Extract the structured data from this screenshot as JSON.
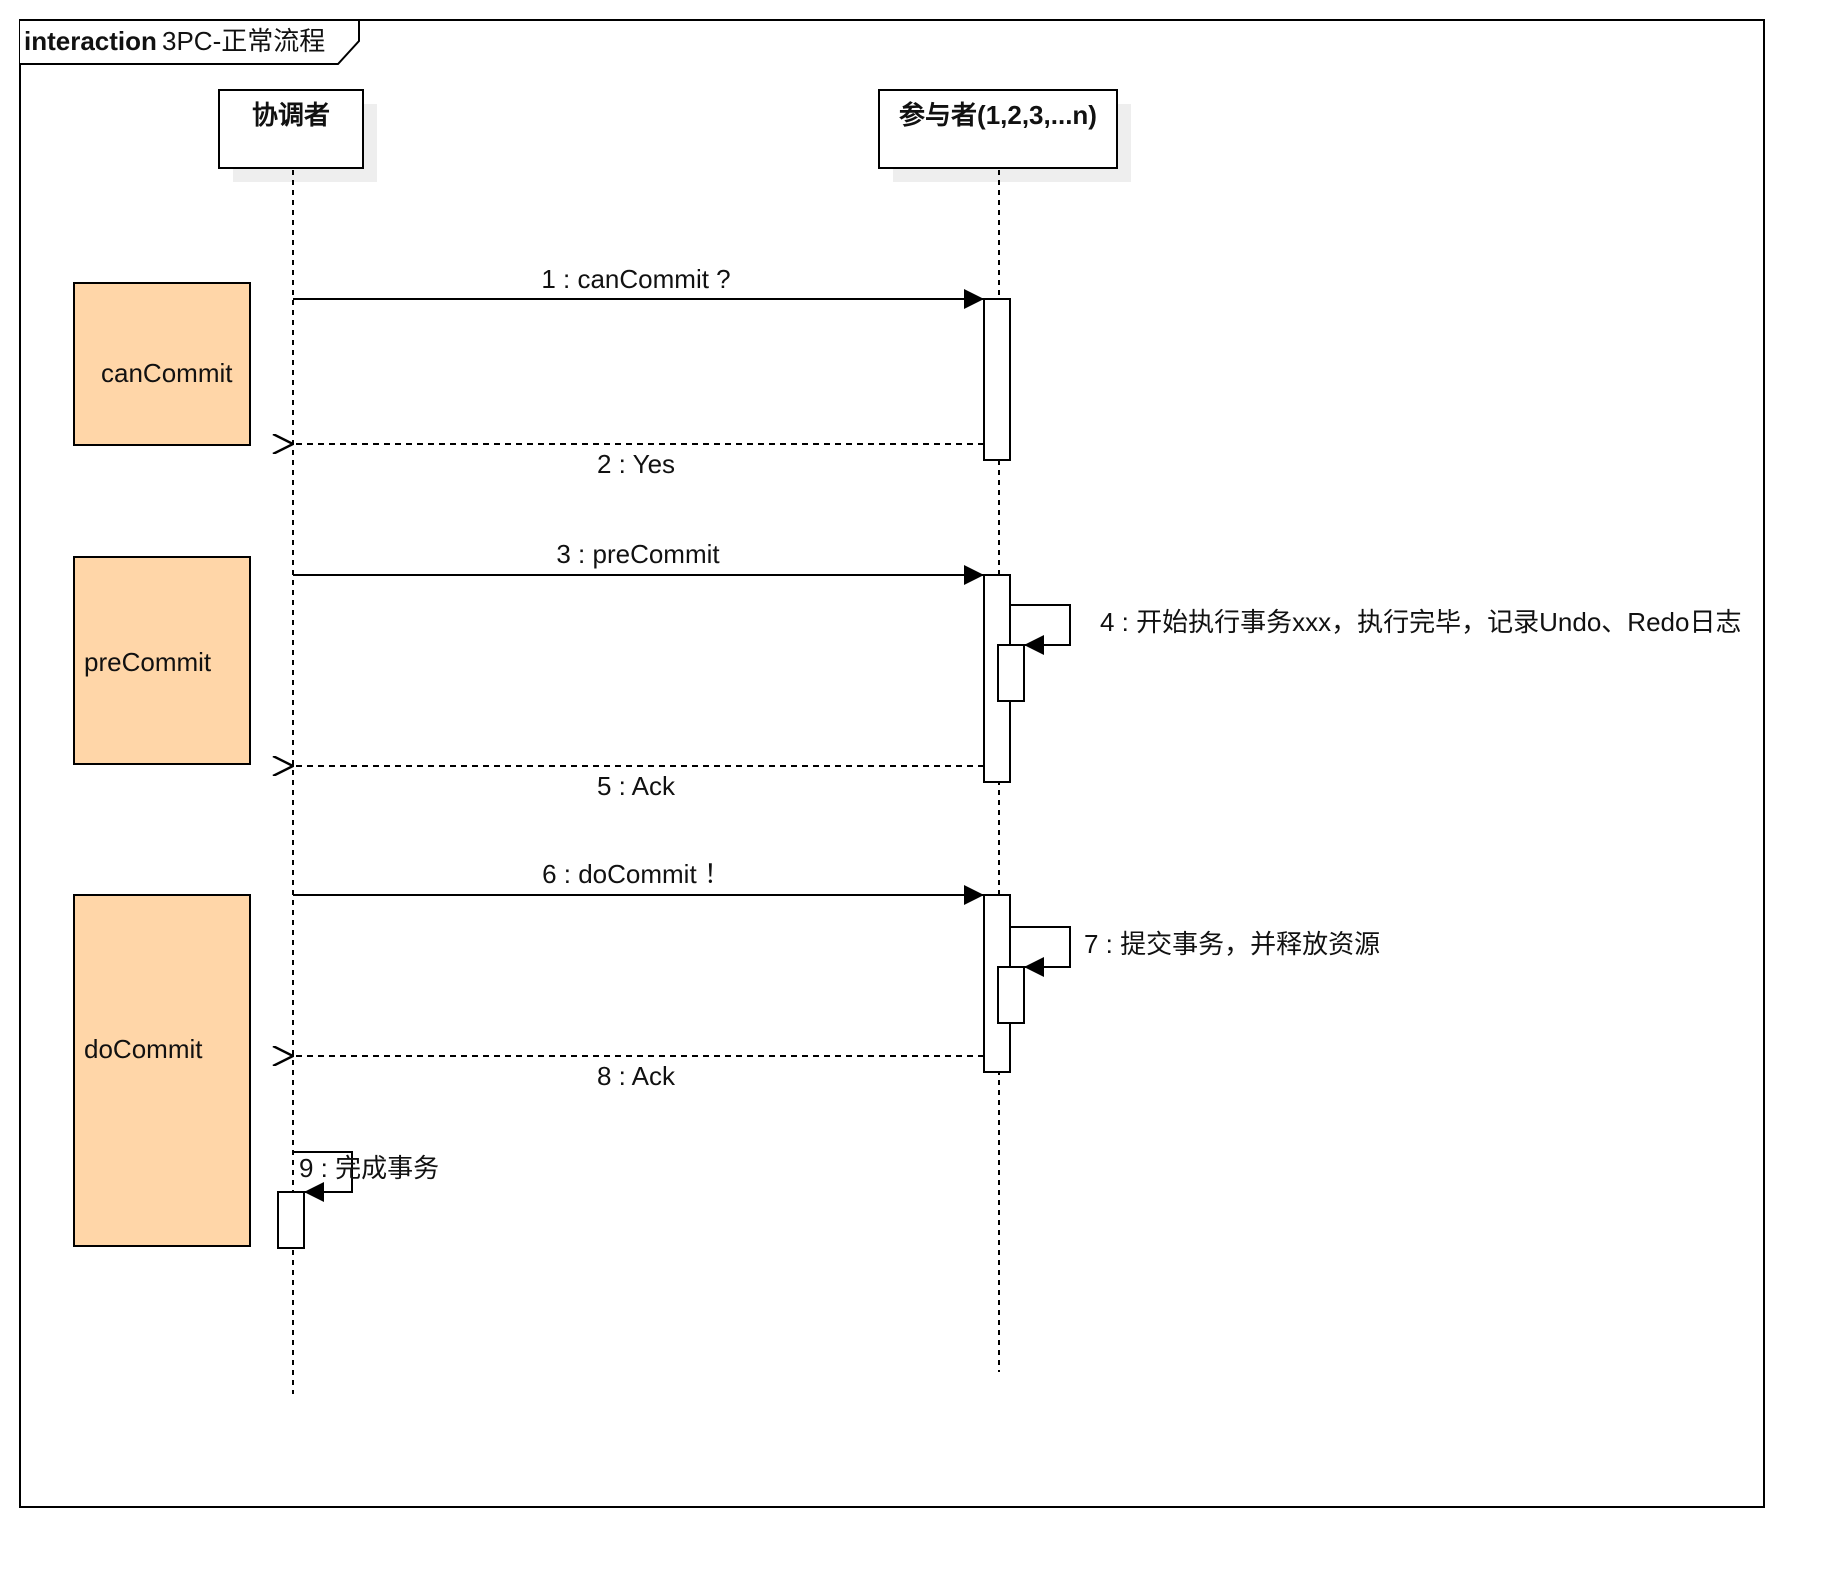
{
  "frame": {
    "keyword": "interaction",
    "name": "3PC-正常流程"
  },
  "lifelines": {
    "coordinator": "协调者",
    "participant": "参与者(1,2,3,...n)"
  },
  "phases": {
    "can_commit": "canCommit",
    "pre_commit": "preCommit",
    "do_commit": "doCommit"
  },
  "messages": {
    "m1": "1 : canCommit ?",
    "m2": "2 : Yes",
    "m3": "3 : preCommit",
    "m4": "4 : 开始执行事务xxx，执行完毕，记录Undo、Redo日志",
    "m5": "5 : Ack",
    "m6": "6 : doCommit ！",
    "m7": "7 : 提交事务，并释放资源",
    "m8": "8 : Ack",
    "m9": "9 : 完成事务"
  },
  "colors": {
    "phase_fill": "#FFD6A8",
    "line": "#000000",
    "shadow": "#EEEEEE"
  }
}
